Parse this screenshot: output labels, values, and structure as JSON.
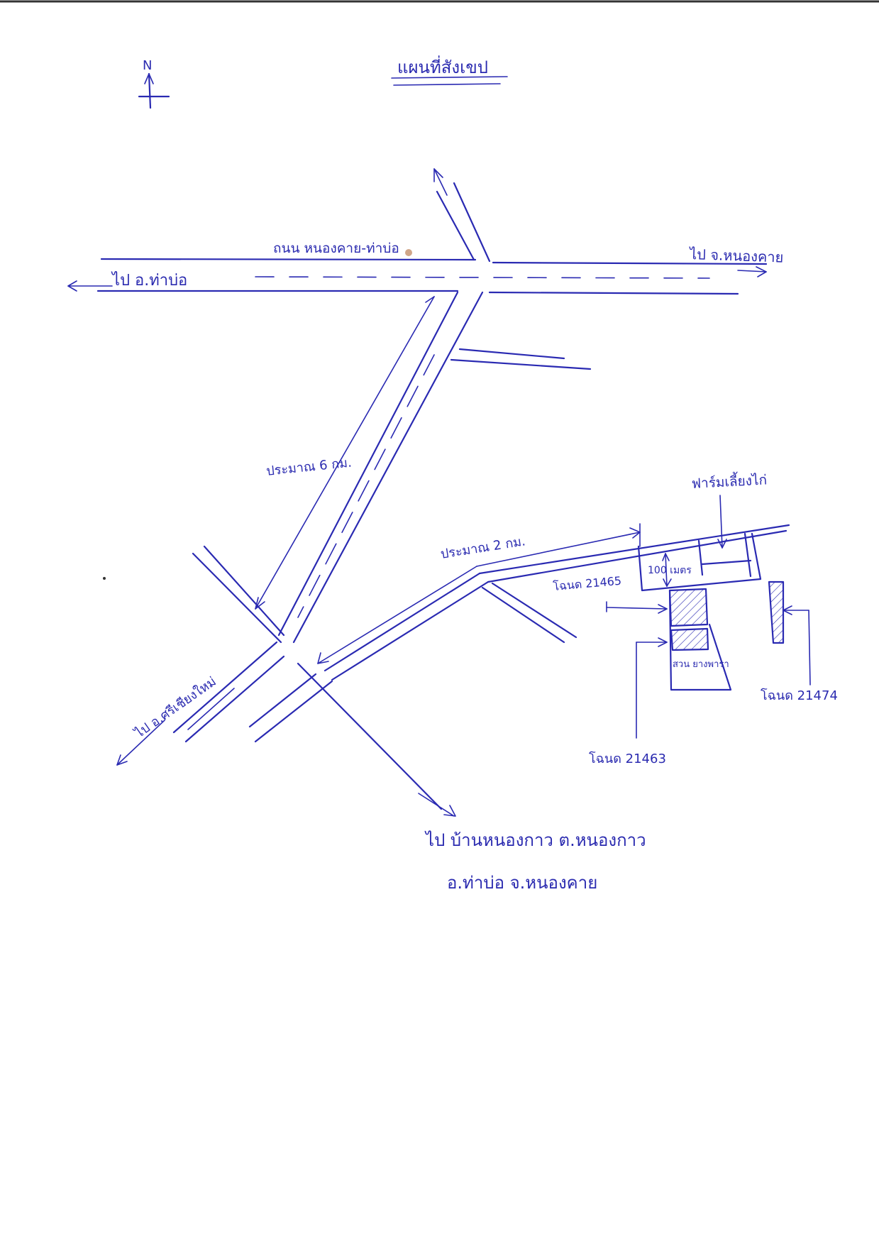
{
  "map": {
    "title": "แผนที่สังเขป",
    "north_label": "N",
    "top_road_label": "ถนน หนองคาย-ท่าบ่อ",
    "to_west_label": "ไป อ.ท่าบ่อ",
    "to_east_label": "ไป จ.หนองคาย",
    "distance_6km": "ประมาณ 6 กม.",
    "distance_2km": "ประมาณ 2 กม.",
    "to_southwest_label": "ไป อ.ศรีเชียงใหม่",
    "destination_line1": "ไป บ้านหนองกาว ต.หนองกาว",
    "destination_line2": "อ.ท่าบ่อ จ.หนองคาย",
    "chicken_farm_label": "ฟาร์มเลี้ยงไก่",
    "distance_100m": "100 เมตร",
    "deed_21465": "โฉนด 21465",
    "deed_21463": "โฉนด 21463",
    "deed_21474": "โฉนด 21474",
    "garden_label": "สวน ยางพารา",
    "ink_color": "#2a2ab2"
  }
}
